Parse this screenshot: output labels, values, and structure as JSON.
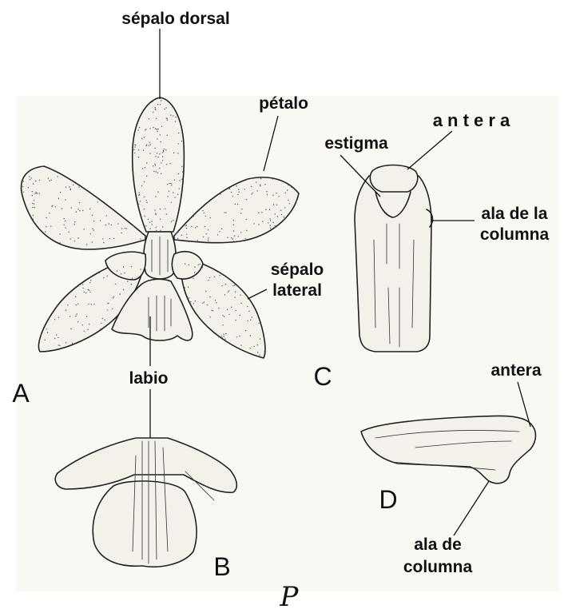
{
  "labels": {
    "sepalo_dorsal": "sépalo dorsal",
    "petalo": "pétalo",
    "sepalo_lateral_1": "sépalo",
    "sepalo_lateral_2": "lateral",
    "labio": "labio",
    "estigma": "estigma",
    "antera_c": "a n t e r a",
    "ala_columna_c_1": "ala de la",
    "ala_columna_c_2": "columna",
    "antera_d": "antera",
    "ala_columna_d_1": "ala de",
    "ala_columna_d_2": "columna"
  },
  "panels": {
    "a": "A",
    "b": "B",
    "c": "C",
    "d": "D"
  },
  "mark": "P",
  "colors": {
    "paper": "#f4f1ea",
    "ink": "#222222"
  }
}
